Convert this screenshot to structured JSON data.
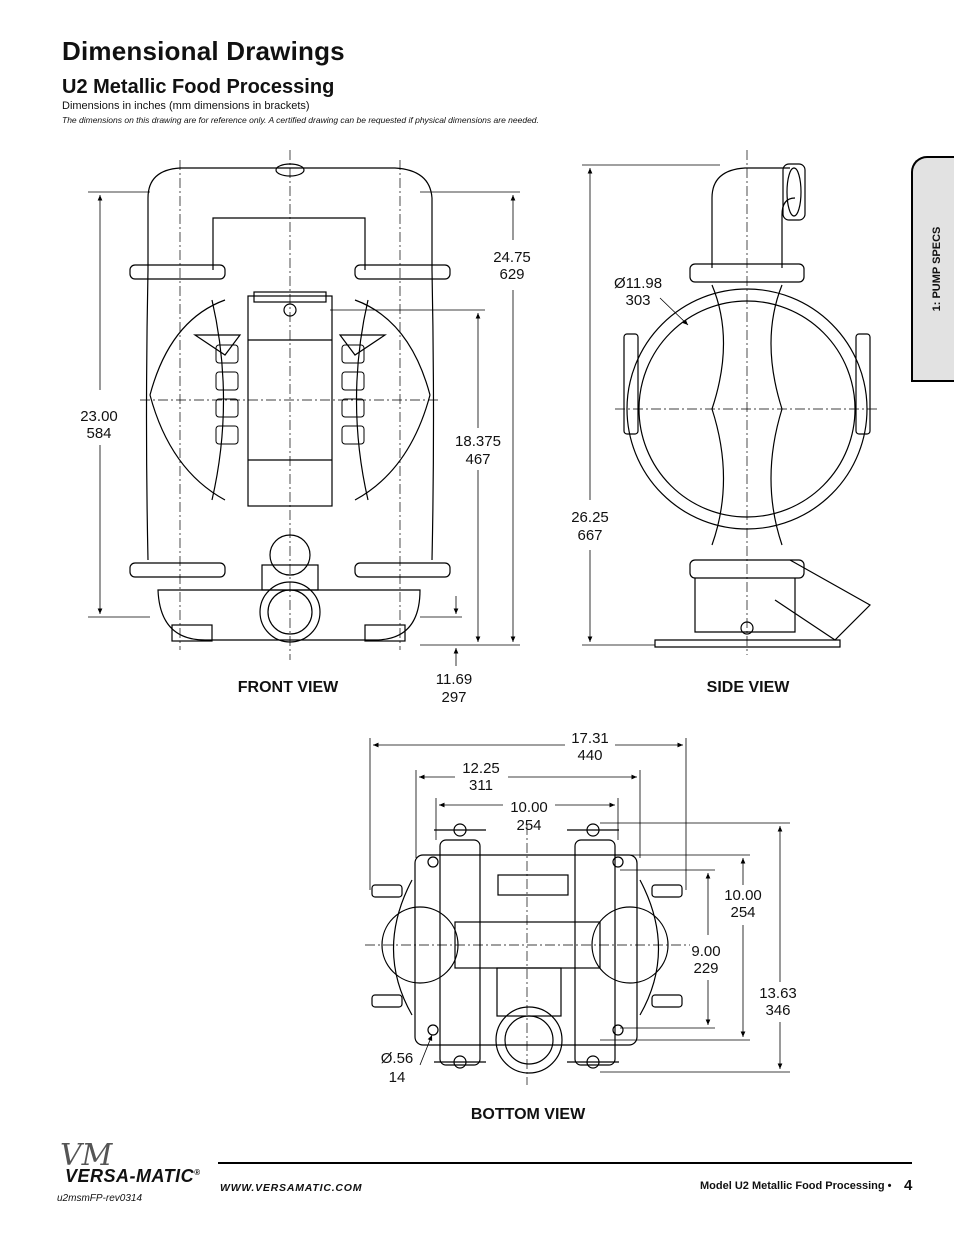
{
  "header": {
    "title": "Dimensional Drawings",
    "subtitle": "U2 Metallic Food Processing",
    "dimension_note": "Dimensions in inches (mm dimensions in brackets)",
    "disclaimer": "The dimensions on this drawing are for reference only.  A certified drawing can be requested if physical dimensions are needed."
  },
  "side_tab": {
    "label": "1: PUMP SPECS"
  },
  "views": {
    "front": "FRONT VIEW",
    "side": "SIDE  VIEW",
    "bottom": "BOTTOM VIEW"
  },
  "dimensions": {
    "front_total_height": {
      "in": "24.75",
      "mm": "629"
    },
    "front_body_height": {
      "in": "23.00",
      "mm": "584"
    },
    "front_center_height": {
      "in": "18.375",
      "mm": "467"
    },
    "front_inlet_height": {
      "in": "11.69",
      "mm": "297"
    },
    "side_diameter": {
      "in": "Ø11.98",
      "mm": "303"
    },
    "side_total_height": {
      "in": "26.25",
      "mm": "667"
    },
    "bottom_overall_width": {
      "in": "17.31",
      "mm": "440"
    },
    "bottom_width_mid": {
      "in": "12.25",
      "mm": "311"
    },
    "bottom_bolt_spacing": {
      "in": "10.00",
      "mm": "254"
    },
    "bottom_depth_outer": {
      "in": "10.00",
      "mm": "254"
    },
    "bottom_depth_inner": {
      "in": "9.00",
      "mm": "229"
    },
    "bottom_total_depth": {
      "in": "13.63",
      "mm": "346"
    },
    "bottom_hole_diameter": {
      "in": "Ø.56",
      "mm": "14"
    }
  },
  "footer": {
    "brand": "VERSA-MATIC",
    "brand_mark": "®",
    "script_logo": "VM",
    "revision": "u2msmFP-rev0314",
    "url": "WWW.VERSAMATIC.COM",
    "model": "Model U2 Metallic Food Processing •",
    "page_number": "4"
  }
}
